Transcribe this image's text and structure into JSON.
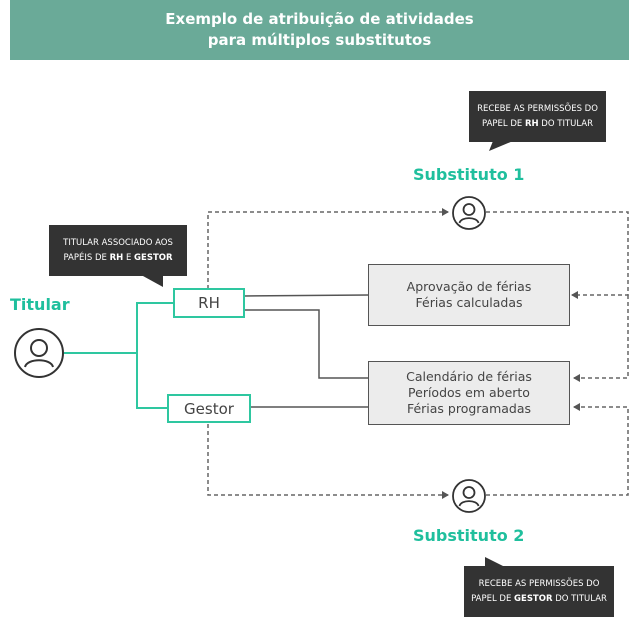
{
  "title": {
    "line1": "Exemplo de atribuição de atividades",
    "line2": "para múltiplos substitutos"
  },
  "titular": {
    "label": "Titular",
    "icon": "user-icon",
    "callout": {
      "line1": "TITULAR ASSOCIADO AOS",
      "line2_prefix": "PAPÉIS DE ",
      "line2_bold1": "RH",
      "line2_mid": " E ",
      "line2_bold2": "GESTOR"
    }
  },
  "roles": {
    "rh": "RH",
    "gestor": "Gestor"
  },
  "activities": {
    "rh_box": [
      "Aprovação de férias",
      "Férias calculadas"
    ],
    "gestor_box": [
      "Calendário de férias",
      "Períodos em aberto",
      "Férias programadas"
    ]
  },
  "substituto1": {
    "label": "Substituto 1",
    "icon": "user-icon",
    "callout": {
      "line1": "RECEBE AS PERMISSÕES DO",
      "line2_prefix": "PAPEL DE ",
      "line2_bold": "RH",
      "line2_suffix": " DO TITULAR"
    }
  },
  "substituto2": {
    "label": "Substituto 2",
    "icon": "user-icon",
    "callout": {
      "line1": "RECEBE AS PERMISSÕES DO",
      "line2_prefix": "PAPEL DE ",
      "line2_bold": "GESTOR",
      "line2_suffix": " DO TITULAR"
    }
  },
  "colors": {
    "banner": "#6aaa98",
    "accent": "#1fbf9d",
    "role_border": "#2ec7a0",
    "callout_bg": "#333333",
    "activity_bg": "#ececec",
    "connector": "#555555"
  }
}
